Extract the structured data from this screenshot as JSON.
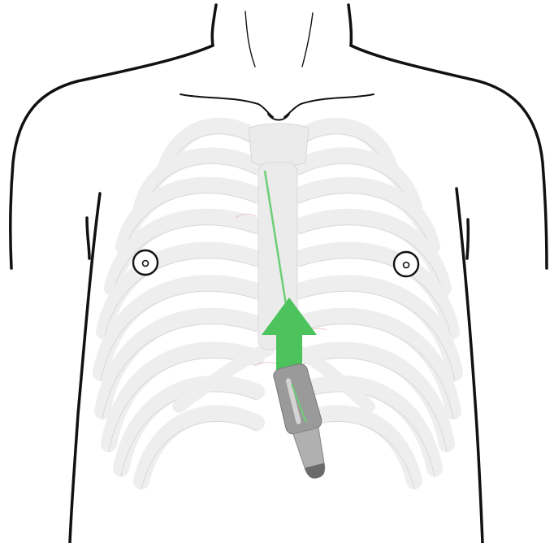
{
  "diagram": {
    "subject": "torso-ribcage-probe-illustration",
    "colors": {
      "outline": "#111111",
      "bone": "#eeeeee",
      "bone_stroke": "#d8d8d8",
      "sternum": "#ebebeb",
      "arrow": "#4cc35c",
      "guide_line": "#6ccf76",
      "probe_body": "#9a9a9a",
      "probe_highlight": "#d4d4d4",
      "probe_tip": "#6a6a6a",
      "vessel": "#e8b0b0"
    },
    "icons": {
      "body": "human-torso-outline",
      "ribs": "ribcage",
      "probe": "ultrasound-transducer-icon",
      "arrow": "arrow-up-icon"
    },
    "arrow_direction": "up"
  }
}
